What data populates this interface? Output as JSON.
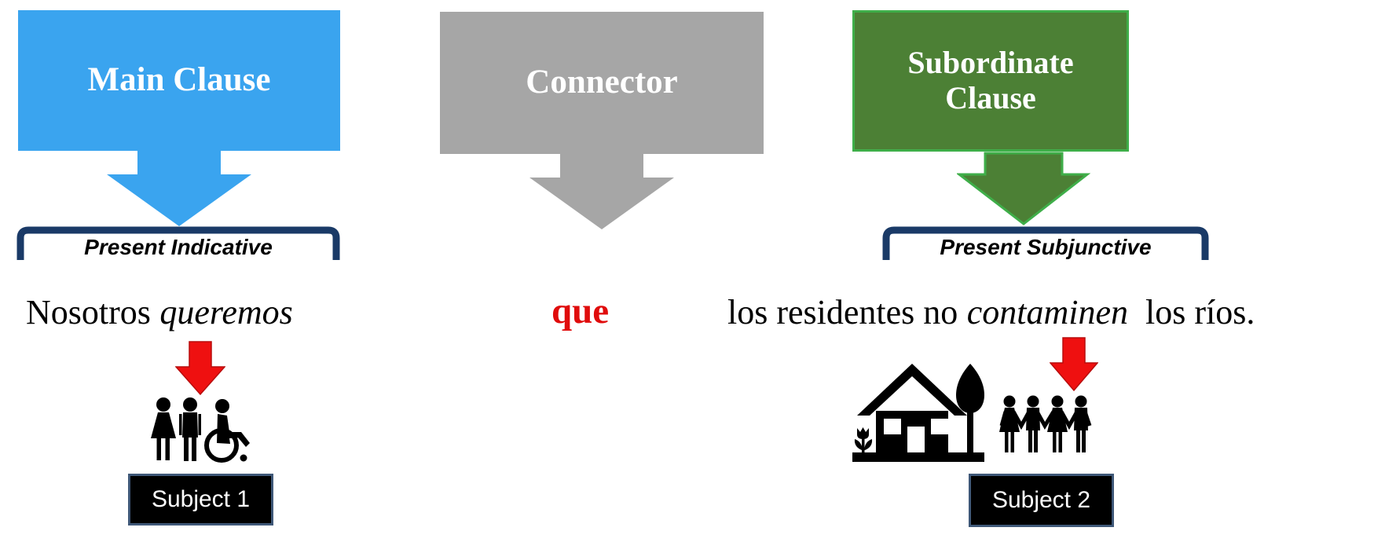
{
  "boxes": {
    "main": {
      "label": "Main Clause"
    },
    "connector": {
      "label": "Connector"
    },
    "subordinate": {
      "label": "Subordinate Clause"
    }
  },
  "brackets": {
    "indicative": {
      "label": "Present Indicative"
    },
    "subjunctive": {
      "label": "Present Subjunctive"
    }
  },
  "sentence": {
    "main_subject": "Nosotros",
    "main_verb": "queremos",
    "connector": "que",
    "sub_pre": "los residentes no",
    "sub_verb": "contaminen",
    "sub_post": "los ríos."
  },
  "subjects": {
    "subject1": {
      "label": "Subject 1"
    },
    "subject2": {
      "label": "Subject 2"
    }
  },
  "icons": {
    "main_arrow": "down-block-arrow",
    "connector_arrow": "down-block-arrow",
    "subordinate_arrow": "down-block-arrow",
    "indicative_bracket": "top-square-bracket",
    "subjunctive_bracket": "top-square-bracket",
    "subject1_pointer": "red-down-arrow",
    "subject2_pointer": "red-down-arrow",
    "subject1_figures": "woman-man-wheelchair-user-pictogram",
    "subject2_figures": "house-with-tree-and-four-people-pictogram"
  },
  "colors": {
    "main_box": "#3aa4ef",
    "connector_box": "#a6a6a6",
    "subordinate_box": "#4c8035",
    "subordinate_box_border": "#3fae49",
    "bracket": "#1a3a67",
    "connector_word": "#e00c0c",
    "pointer_arrow": "#ef1010",
    "subject_box_bg": "#000000",
    "subject_box_border": "#3f5878"
  }
}
